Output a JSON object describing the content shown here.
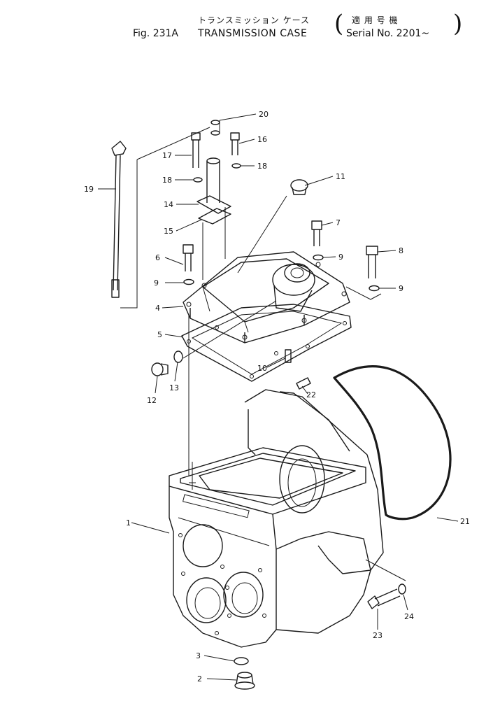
{
  "header": {
    "jp_title": "トランスミッション ケース",
    "jp_serial": "適 用 号 機",
    "fig_no": "Fig. 231A",
    "title": "TRANSMISSION CASE",
    "serial": "Serial No. 2201~",
    "paren_open": "(",
    "paren_close": ")"
  },
  "callouts": [
    "1",
    "2",
    "3",
    "4",
    "5",
    "6",
    "7",
    "8",
    "9",
    "9",
    "9",
    "10",
    "11",
    "12",
    "13",
    "14",
    "15",
    "16",
    "17",
    "18",
    "18",
    "19",
    "20",
    "21",
    "22",
    "23",
    "24"
  ]
}
